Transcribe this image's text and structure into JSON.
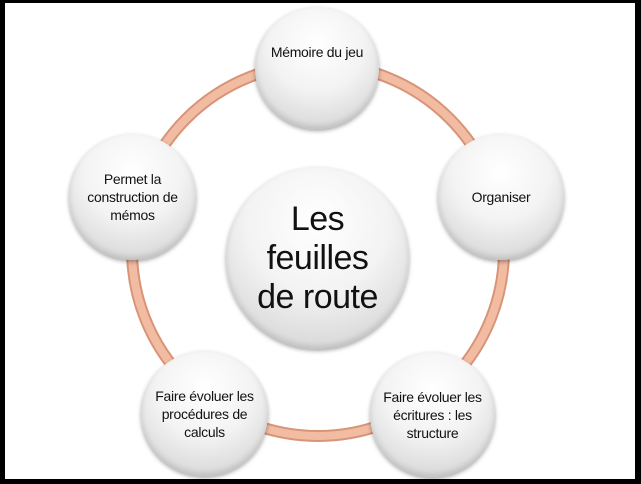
{
  "center": {
    "label": "Les feuilles de route"
  },
  "nodes": [
    {
      "label": "Mémoire du jeu"
    },
    {
      "label": "Organiser"
    },
    {
      "label": "Faire évoluer les écritures : les structure"
    },
    {
      "label": "Faire évoluer les procédures de calculs"
    },
    {
      "label": "Permet la construction de mémos"
    }
  ],
  "colors": {
    "ring": "#eeb295",
    "ring_edge": "#d99478"
  }
}
